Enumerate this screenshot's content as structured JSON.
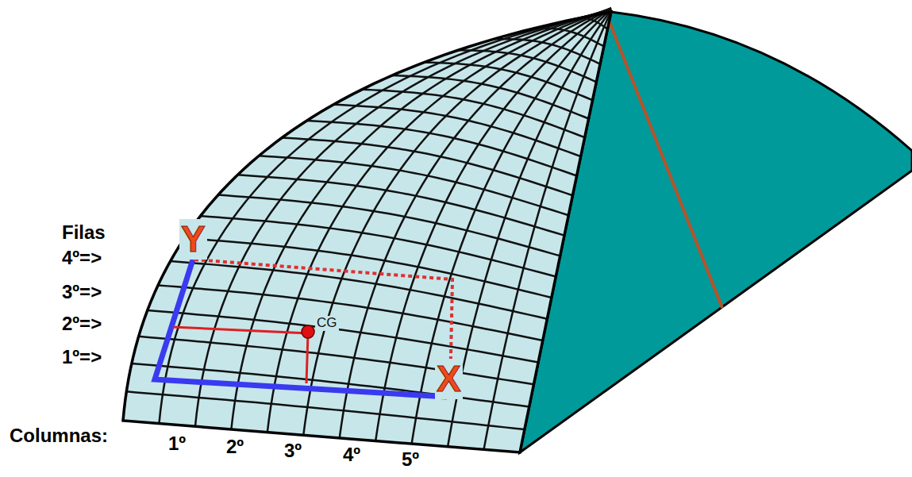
{
  "diagram": {
    "labels": [
      "Filas",
      "Y",
      "4º=>",
      "3º=>",
      "2º=>",
      "CG",
      "1º=>",
      "X",
      "Columnas:",
      "1º",
      "2º",
      "3º",
      "4º",
      "5º"
    ]
  }
}
